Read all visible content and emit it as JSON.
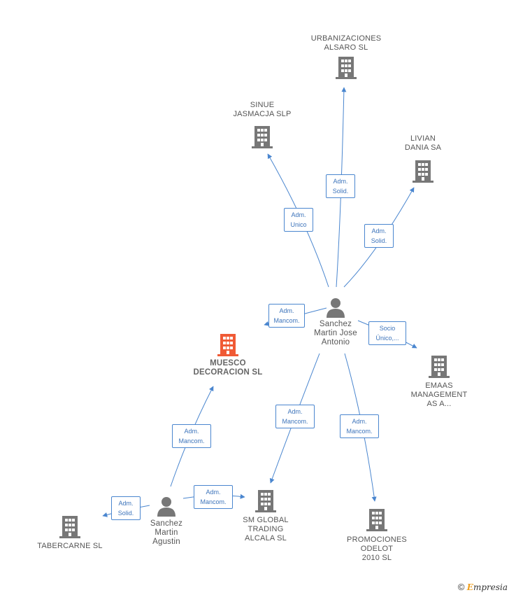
{
  "companies": {
    "urbanizaciones": "URBANIZACIONES\nALSARO SL",
    "sinue": "SINUE\nJASMACJA SLP",
    "livian": "LIVIAN\nDANIA SA",
    "muesco": "MUESCO\nDECORACION SL",
    "emaas": "EMAAS\nMANAGEMENT\nAS A...",
    "smglobal": "SM GLOBAL\nTRADING\nALCALA SL",
    "promociones": "PROMOCIONES\nODELOT\n2010 SL",
    "tabercarne": "TABERCARNE SL"
  },
  "persons": {
    "jose": "Sanchez\nMartin Jose\nAntonio",
    "agustin": "Sanchez\nMartin\nAgustin"
  },
  "relations": {
    "urbanizaciones": "Adm.\nSolid.",
    "sinue": "Adm.\nUnico",
    "livian": "Adm.\nSolid.",
    "muesco_jose": "Adm.\nMancom.",
    "emaas": "Socio\nÚnico,...",
    "smglobal_jose": "Adm.\nMancom.",
    "promociones": "Adm.\nMancom.",
    "muesco_agustin": "Adm.\nMancom.",
    "smglobal_agustin": "Adm.\nMancom.",
    "tabercarne": "Adm.\nSolid."
  },
  "colors": {
    "edge": "#4a86cf",
    "building": "#777777",
    "building_focus": "#f05a35",
    "person": "#777777"
  },
  "footer": {
    "copyright": "©",
    "brand_initial": "E",
    "brand_rest": "mpresia"
  }
}
